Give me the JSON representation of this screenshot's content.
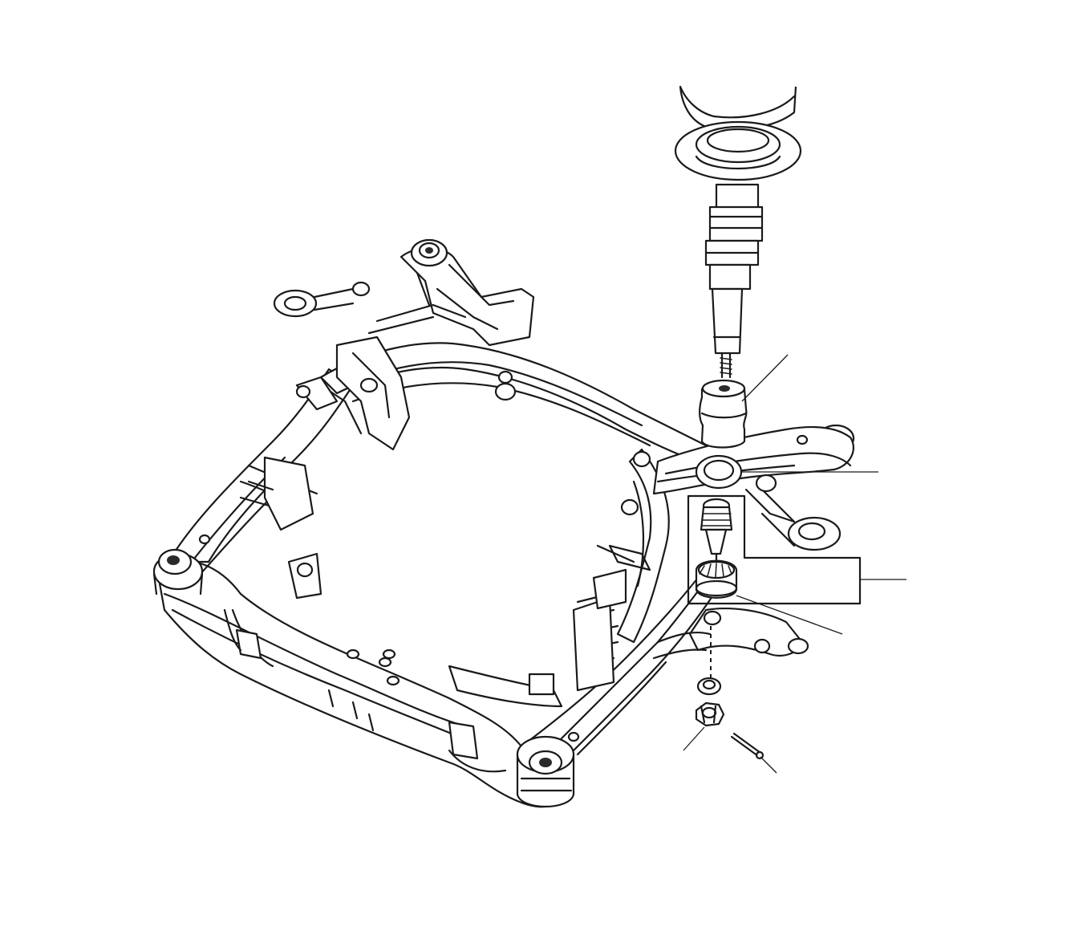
{
  "figure": {
    "kind": "exploded-view-line-drawing",
    "subject_icons": [
      "front-subframe-crossmember",
      "shock-absorber-strut",
      "bump-stop",
      "spring-seat-washer",
      "ball-joint",
      "control-arm",
      "washer",
      "castle-nut",
      "cotter-pin"
    ],
    "callouts": [
      {
        "name": "callout-bump-stop",
        "label": ""
      },
      {
        "name": "callout-spring-seat",
        "label": ""
      },
      {
        "name": "callout-ball-joint-group",
        "label": ""
      },
      {
        "name": "callout-ball-joint-boot",
        "label": ""
      },
      {
        "name": "callout-castle-nut",
        "label": ""
      },
      {
        "name": "callout-cotter-pin",
        "label": ""
      }
    ],
    "line_color": "#1a1a1a",
    "background": "#ffffff"
  }
}
